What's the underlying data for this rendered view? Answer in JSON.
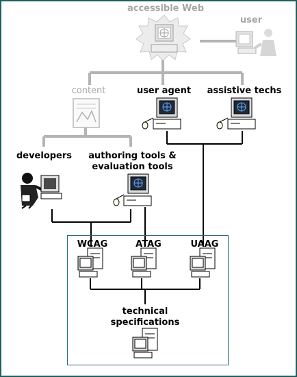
{
  "nodes": {
    "web": "accessible Web",
    "user": "user",
    "content": "content",
    "user_agent": "user agent",
    "assistive": "assistive techs",
    "developers": "developers",
    "authoring_line1": "authoring tools &",
    "authoring_line2": "evaluation tools",
    "wcag": "WCAG",
    "atag": "ATAG",
    "uaag": "UAAG",
    "tech_line1": "technical",
    "tech_line2": "specifications"
  },
  "colors": {
    "frame": "#1c5f5f",
    "grey_line": "#b0b0b0",
    "connector": "#000000",
    "spec_box": "#2a6c78"
  },
  "icons": [
    "globe-web-icon",
    "user-icon",
    "content-document-icon",
    "computer-icon",
    "developer-icon",
    "document-icon"
  ]
}
